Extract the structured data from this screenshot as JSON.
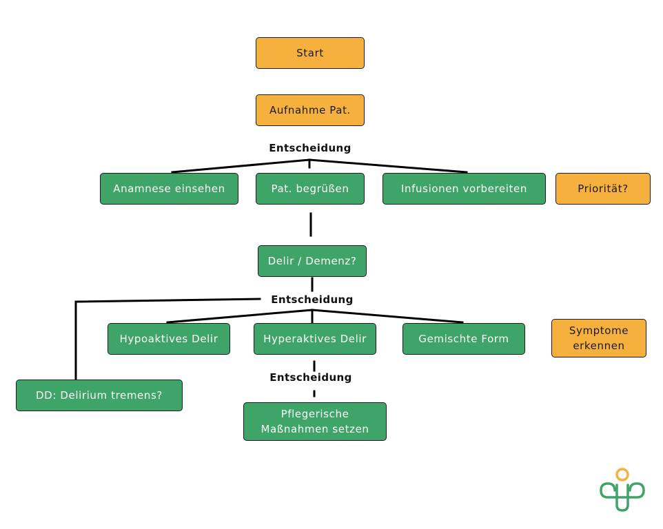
{
  "nodes": {
    "start": "Start",
    "aufnahme": "Aufnahme Pat.",
    "anamnese": "Anamnese einsehen",
    "begruessen": "Pat. begrüßen",
    "infusionen": "Infusionen vorbereiten",
    "prioritaet": "Priorität?",
    "delir_demenz": "Delir / Demenz?",
    "hypoaktiv": "Hypoaktives Delir",
    "hyperaktiv": "Hyperaktives Delir",
    "gemischt": "Gemischte Form",
    "symptome_line1": "Symptome",
    "symptome_line2": "erkennen",
    "delirium_tremens": "DD: Delirium tremens?",
    "massnahmen_line1": "Pflegerische",
    "massnahmen_line2": "Maßnahmen setzen"
  },
  "decisions": {
    "first": "Entscheidung",
    "second": "Entscheidung",
    "third": "Entscheidung"
  },
  "colors": {
    "orange": "#f6b03d",
    "green": "#3ea468",
    "line": "#000000"
  },
  "logo": {
    "icon": "nursing-cross-logo-icon"
  }
}
